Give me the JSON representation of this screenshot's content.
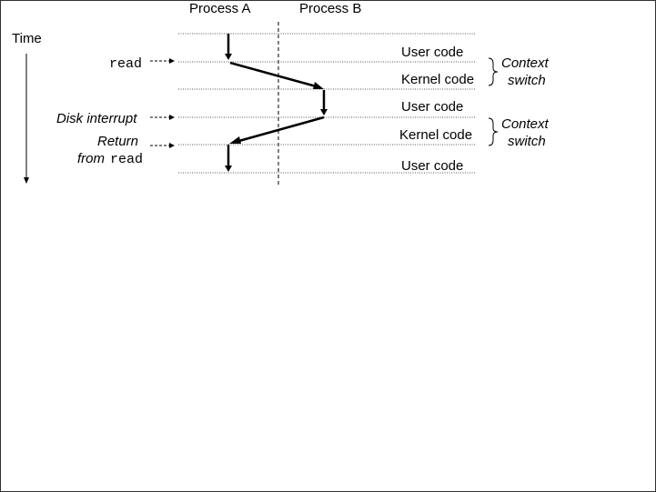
{
  "header": {
    "process_a": "Process A",
    "process_b": "Process B",
    "time": "Time"
  },
  "left_labels": {
    "read": "read",
    "disk_interrupt": "Disk  interrupt",
    "return_line1": "Return",
    "return_from": "from ",
    "return_read": "read"
  },
  "segments": {
    "user_code_1": "User code",
    "kernel_code_1": "Kernel code",
    "user_code_2": "User code",
    "kernel_code_2": "Kernel code",
    "user_code_3": "User code"
  },
  "context_switch": {
    "first_line1": "Context",
    "first_line2": "switch",
    "second_line1": "Context",
    "second_line2": "switch"
  }
}
